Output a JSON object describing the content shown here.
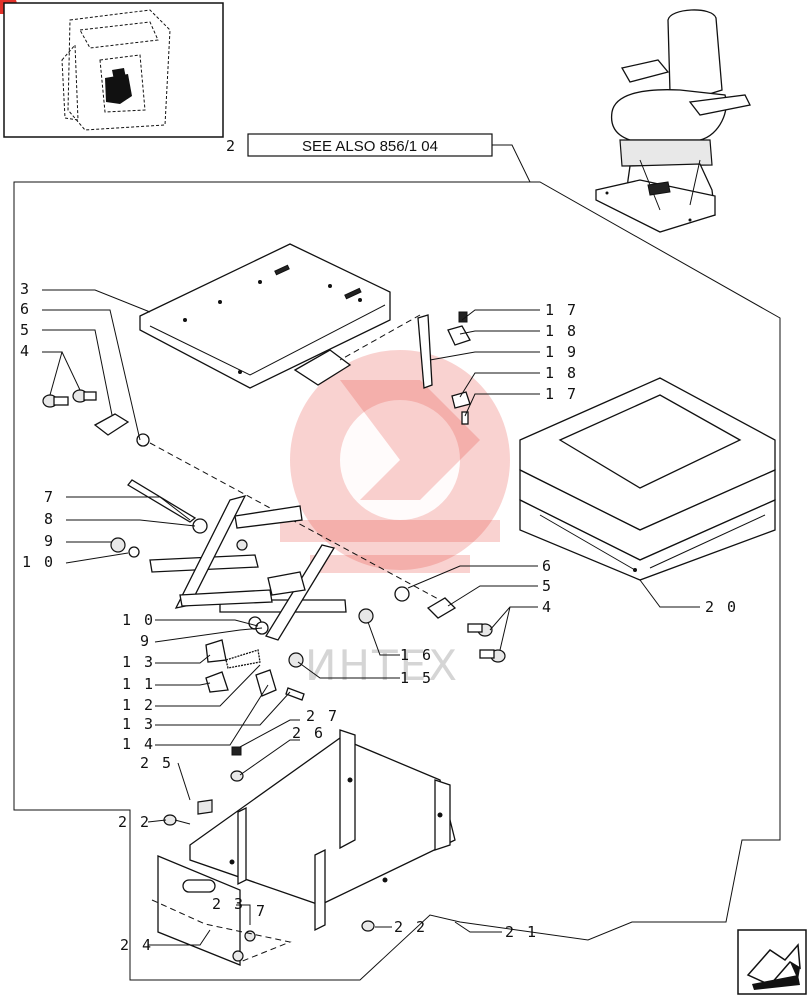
{
  "header": {
    "ref_number": "2",
    "see_also": "SEE ALSO 856/1 04"
  },
  "callouts": {
    "c3": "3",
    "c6a": "6",
    "c5a": "5",
    "c4a": "4",
    "c7a": "7",
    "c8": "8",
    "c9a": "9",
    "c10a": "1 0",
    "c17a": "1 7",
    "c18a": "1 8",
    "c19": "1 9",
    "c18b": "1 8",
    "c17b": "1 7",
    "c6b": "6",
    "c5b": "5",
    "c4b": "4",
    "c20": "2 0",
    "c10b": "1 0",
    "c9b": "9",
    "c13a": "1 3",
    "c11": "1 1",
    "c12": "1 2",
    "c13b": "1 3",
    "c14": "1 4",
    "c16": "1 6",
    "c15": "1 5",
    "c27": "2 7",
    "c26": "2 6",
    "c25": "2 5",
    "c22a": "2 2",
    "c23": "2 3",
    "c7b": "7",
    "c24": "2 4",
    "c22b": "2 2",
    "c21": "2 1"
  },
  "watermark": {
    "text": "ИНТЕХ",
    "color": "#e4332b"
  },
  "icons": {
    "thumbnail": "tractor-cab-icon",
    "seat": "seat-assembly-icon",
    "nav": "next-page-arrow-icon",
    "corner": "red-corner-marker"
  }
}
